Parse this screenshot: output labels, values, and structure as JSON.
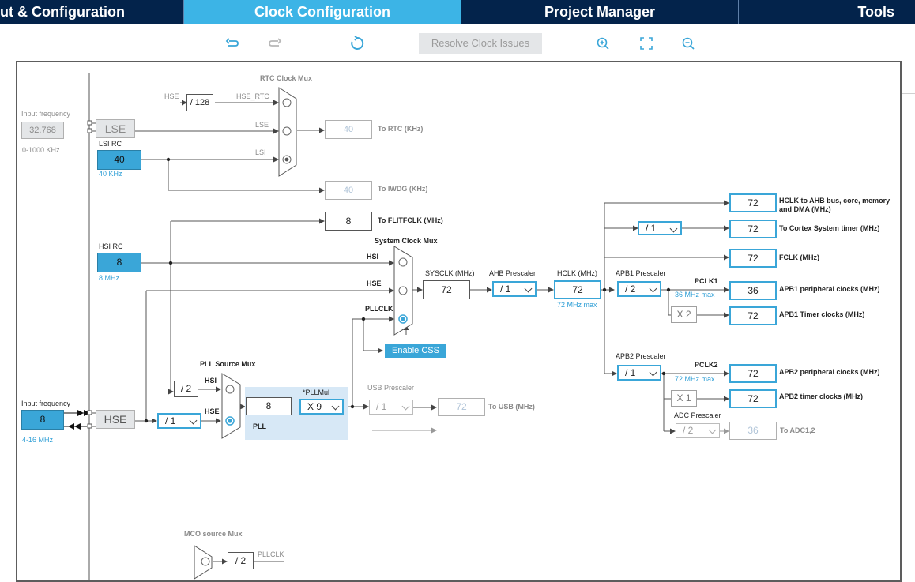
{
  "tabs": [
    {
      "label": "ut & Configuration"
    },
    {
      "label": "Clock Configuration"
    },
    {
      "label": "Project Manager"
    },
    {
      "label": "Tools"
    }
  ],
  "toolbar": {
    "undo_icon": "undo-icon",
    "redo_icon": "redo-icon",
    "reset_icon": "refresh-icon",
    "resolve_label": "Resolve Clock Issues",
    "zoom_in_icon": "zoom-in-icon",
    "fit_icon": "fit-screen-icon",
    "zoom_out_icon": "zoom-out-icon"
  },
  "diagram": {
    "lse_input": {
      "caption": "Input frequency",
      "value": "32.768",
      "range": "0-1000 KHz"
    },
    "lse_label": "LSE",
    "lsi": {
      "title": "LSI RC",
      "value": "40",
      "sub": "40 KHz"
    },
    "rtc_mux": {
      "title": "RTC Clock Mux",
      "hse_in": "HSE",
      "div": "/ 128",
      "hse_rtc": "HSE_RTC",
      "lse": "LSE",
      "lsi": "LSI"
    },
    "to_rtc": {
      "value": "40",
      "label": "To RTC (KHz)"
    },
    "to_iwdg": {
      "value": "40",
      "label": "To IWDG (KHz)"
    },
    "to_flit": {
      "value": "8",
      "label": "To FLITFCLK (MHz)"
    },
    "hsi": {
      "title": "HSI RC",
      "value": "8",
      "sub": "8 MHz"
    },
    "sys_mux": {
      "title": "System Clock Mux",
      "hsi": "HSI",
      "hse": "HSE",
      "pllclk": "PLLCLK"
    },
    "sysclk": {
      "label": "SYSCLK (MHz)",
      "value": "72"
    },
    "ahb": {
      "label": "AHB Prescaler",
      "value": "/ 1"
    },
    "hclk": {
      "label": "HCLK (MHz)",
      "value": "72",
      "max": "72 MHz max"
    },
    "enable_css": "Enable CSS",
    "apb1": {
      "label": "APB1 Prescaler",
      "value": "/ 2",
      "pclk": "PCLK1",
      "max": "36 MHz max",
      "timer_mult": "X 2"
    },
    "apb2": {
      "label": "APB2 Prescaler",
      "value": "/ 1",
      "pclk": "PCLK2",
      "max": "72 MHz max",
      "timer_mult": "X 1"
    },
    "adc": {
      "label": "ADC Prescaler",
      "value": "/ 2",
      "out": "36",
      "out_label": "To ADC1,2"
    },
    "cortex_div": "/ 1",
    "outputs": [
      {
        "value": "72",
        "label": "HCLK to AHB bus, core, memory and DMA (MHz)"
      },
      {
        "value": "72",
        "label": "To Cortex System timer (MHz)"
      },
      {
        "value": "72",
        "label": "FCLK (MHz)"
      },
      {
        "value": "36",
        "label": "APB1 peripheral clocks (MHz)"
      },
      {
        "value": "72",
        "label": "APB1 Timer clocks (MHz)"
      },
      {
        "value": "72",
        "label": "APB2 peripheral clocks (MHz)"
      },
      {
        "value": "72",
        "label": "APB2 timer clocks (MHz)"
      }
    ],
    "pll_src": {
      "title": "PLL Source Mux",
      "hsi_div": "/ 2",
      "hsi": "HSI",
      "hse": "HSE",
      "hse_div": "/ 1"
    },
    "pll": {
      "label": "PLL",
      "value": "8",
      "mul_label": "*PLLMul",
      "mul": "X 9"
    },
    "usb": {
      "label": "USB Prescaler",
      "value": "/ 1",
      "out": "72",
      "out_label": "To USB (MHz)"
    },
    "hse_input": {
      "caption": "Input frequency",
      "value": "8",
      "range": "4-16 MHz"
    },
    "hse_label": "HSE",
    "mco": {
      "title": "MCO source Mux",
      "div": "/ 2",
      "pllclk": "PLLCLK"
    }
  }
}
